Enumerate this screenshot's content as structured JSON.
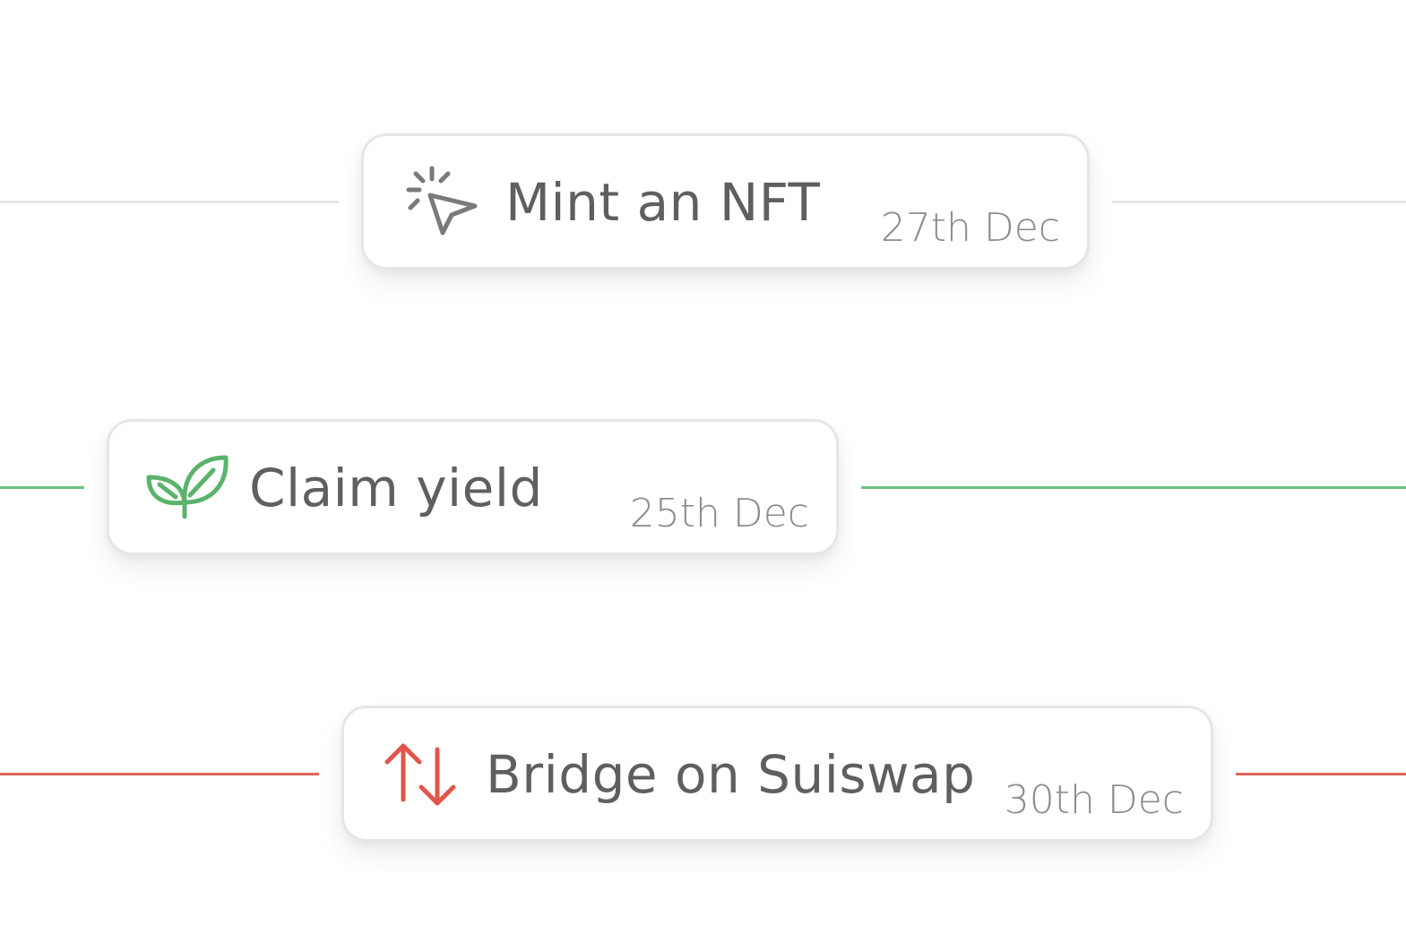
{
  "timeline": {
    "events": [
      {
        "title": "Mint an NFT",
        "date": "27th Dec",
        "icon": "click-cursor-icon",
        "color": "#7a7a7a",
        "line_color": "#e6e6e6"
      },
      {
        "title": "Claim yield",
        "date": "25th Dec",
        "icon": "sprout-leaf-icon",
        "color": "#5bb36b",
        "line_color": "#6cc07a"
      },
      {
        "title": "Bridge on Suiswap",
        "date": "30th Dec",
        "icon": "swap-arrows-icon",
        "color": "#e0564a",
        "line_color": "#e0655a"
      }
    ]
  }
}
